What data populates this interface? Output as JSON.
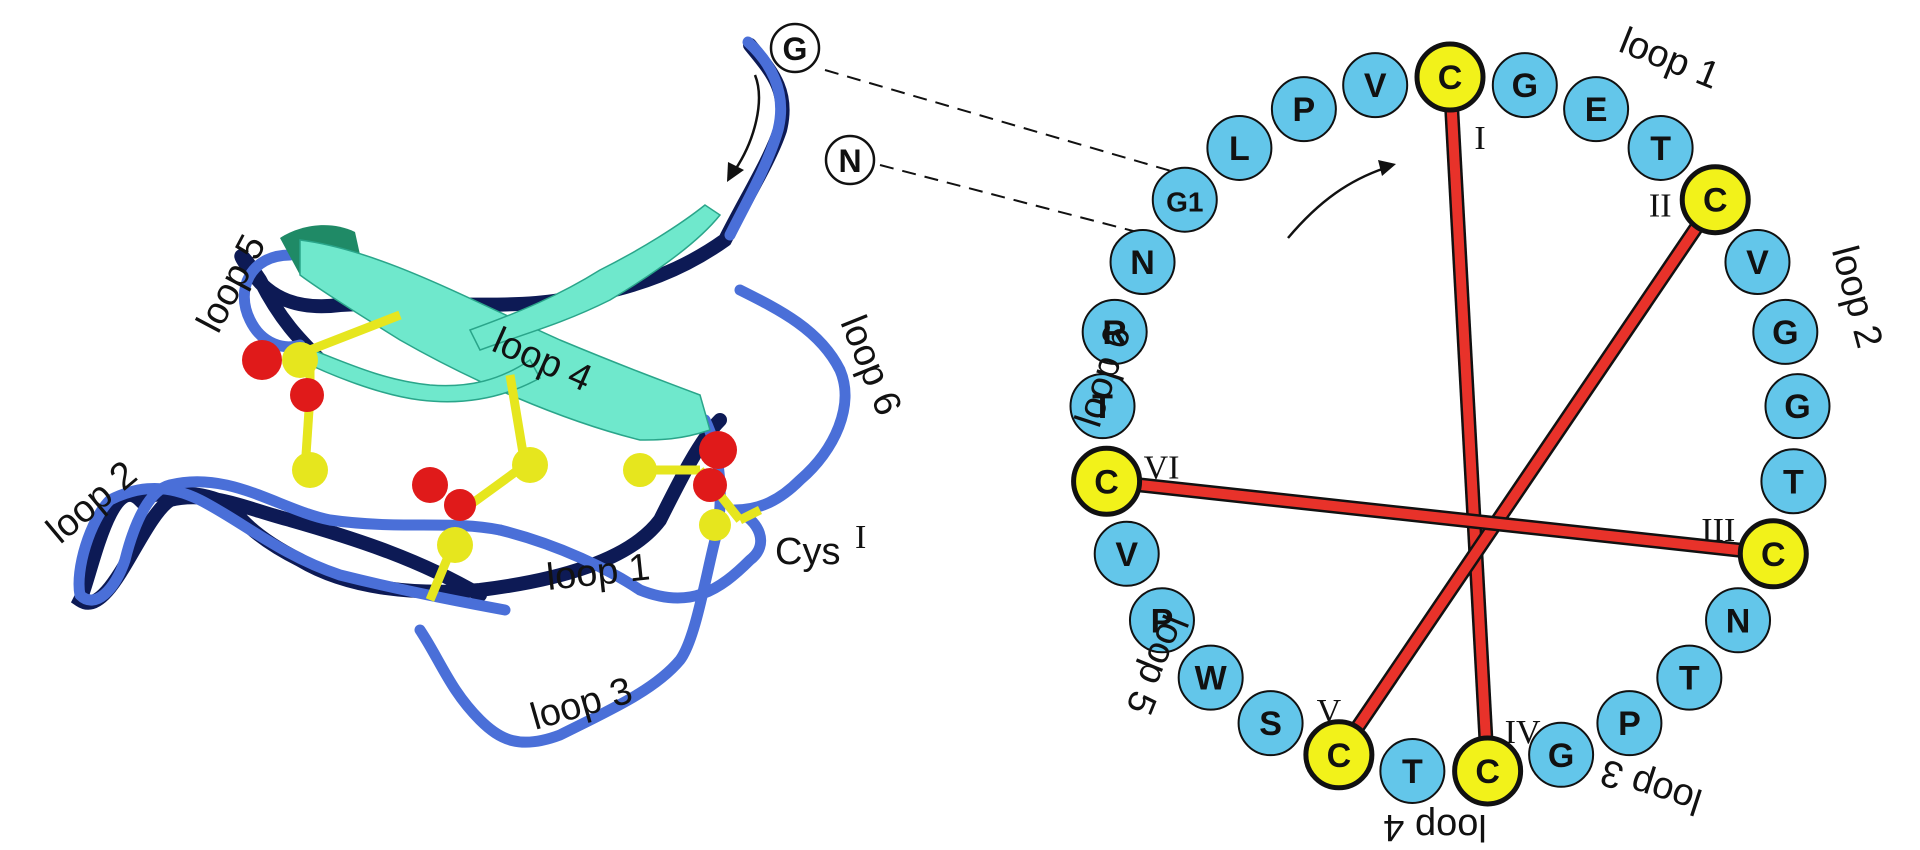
{
  "structure": {
    "termini": [
      "G",
      "N"
    ],
    "loops": [
      "loop 1",
      "loop 2",
      "loop 3",
      "loop 4",
      "loop 5",
      "loop 6"
    ],
    "cys_label": "Cys",
    "cys_superscript": "I"
  },
  "ring": {
    "residues": [
      {
        "aa": "C",
        "cys": true
      },
      {
        "aa": "G"
      },
      {
        "aa": "E"
      },
      {
        "aa": "T"
      },
      {
        "aa": "C",
        "cys": true
      },
      {
        "aa": "V"
      },
      {
        "aa": "G"
      },
      {
        "aa": "G"
      },
      {
        "aa": "T"
      },
      {
        "aa": "C",
        "cys": true
      },
      {
        "aa": "N"
      },
      {
        "aa": "T"
      },
      {
        "aa": "P"
      },
      {
        "aa": "G"
      },
      {
        "aa": "C",
        "cys": true
      },
      {
        "aa": "T"
      },
      {
        "aa": "C",
        "cys": true
      },
      {
        "aa": "S"
      },
      {
        "aa": "W"
      },
      {
        "aa": "P"
      },
      {
        "aa": "V"
      },
      {
        "aa": "C",
        "cys": true
      },
      {
        "aa": "T"
      },
      {
        "aa": "R"
      },
      {
        "aa": "N"
      },
      {
        "aa": "G1"
      },
      {
        "aa": "L"
      },
      {
        "aa": "P"
      },
      {
        "aa": "V"
      }
    ],
    "cys_numerals": [
      "I",
      "II",
      "III",
      "IV",
      "V",
      "VI"
    ],
    "loops": [
      "loop 1",
      "loop 2",
      "loop 3",
      "loop 4",
      "loop 5",
      "loop 6"
    ],
    "disulfide_pairs": [
      [
        "I",
        "IV"
      ],
      [
        "II",
        "V"
      ],
      [
        "III",
        "VI"
      ]
    ]
  },
  "colors": {
    "backbone": "#4a6fd8",
    "backbone_shadow": "#0d1a55",
    "sheet": "#6fe8cc",
    "sheet_dark": "#1f8a66",
    "sulfur": "#e6e61e",
    "oxygen": "#e01a1a",
    "residue_fill": "#63c6ea",
    "cys_fill": "#f2f21a",
    "bond": "#e8322a"
  }
}
